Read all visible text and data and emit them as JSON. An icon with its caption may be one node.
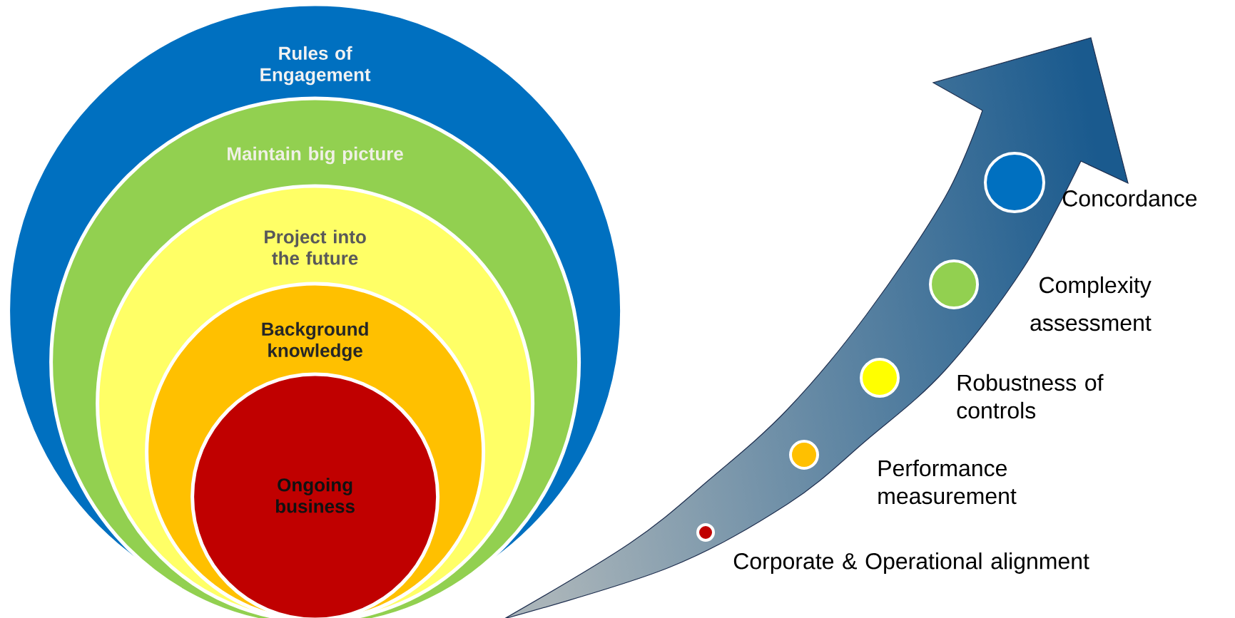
{
  "diagram": {
    "nodes": [
      {
        "text": [
          "Rules of Engagement"
        ]
      },
      {
        "text": [
          "Maintain big picture"
        ],
        "in": 0
      },
      {
        "text": [
          "Project into the future"
        ],
        "in": 1
      },
      {
        "text": [
          "Background knowledge"
        ],
        "in": 2
      },
      {
        "text": [
          "Ongoing business"
        ],
        "in": 3
      },
      {
        "text": [],
        "shape": "circle",
        "beside": [
          "Corporate & Operational alignment"
        ]
      },
      {
        "text": [],
        "shape": "circle",
        "beside": [
          "Performance measurement"
        ]
      },
      {
        "text": [],
        "shape": "circle",
        "beside": [
          "Robustness of controls"
        ]
      },
      {
        "text": [],
        "shape": "circle",
        "beside": [
          "Complexity assessment"
        ]
      },
      {
        "text": [],
        "shape": "circle",
        "beside": [
          "Concordance"
        ]
      }
    ]
  }
}
